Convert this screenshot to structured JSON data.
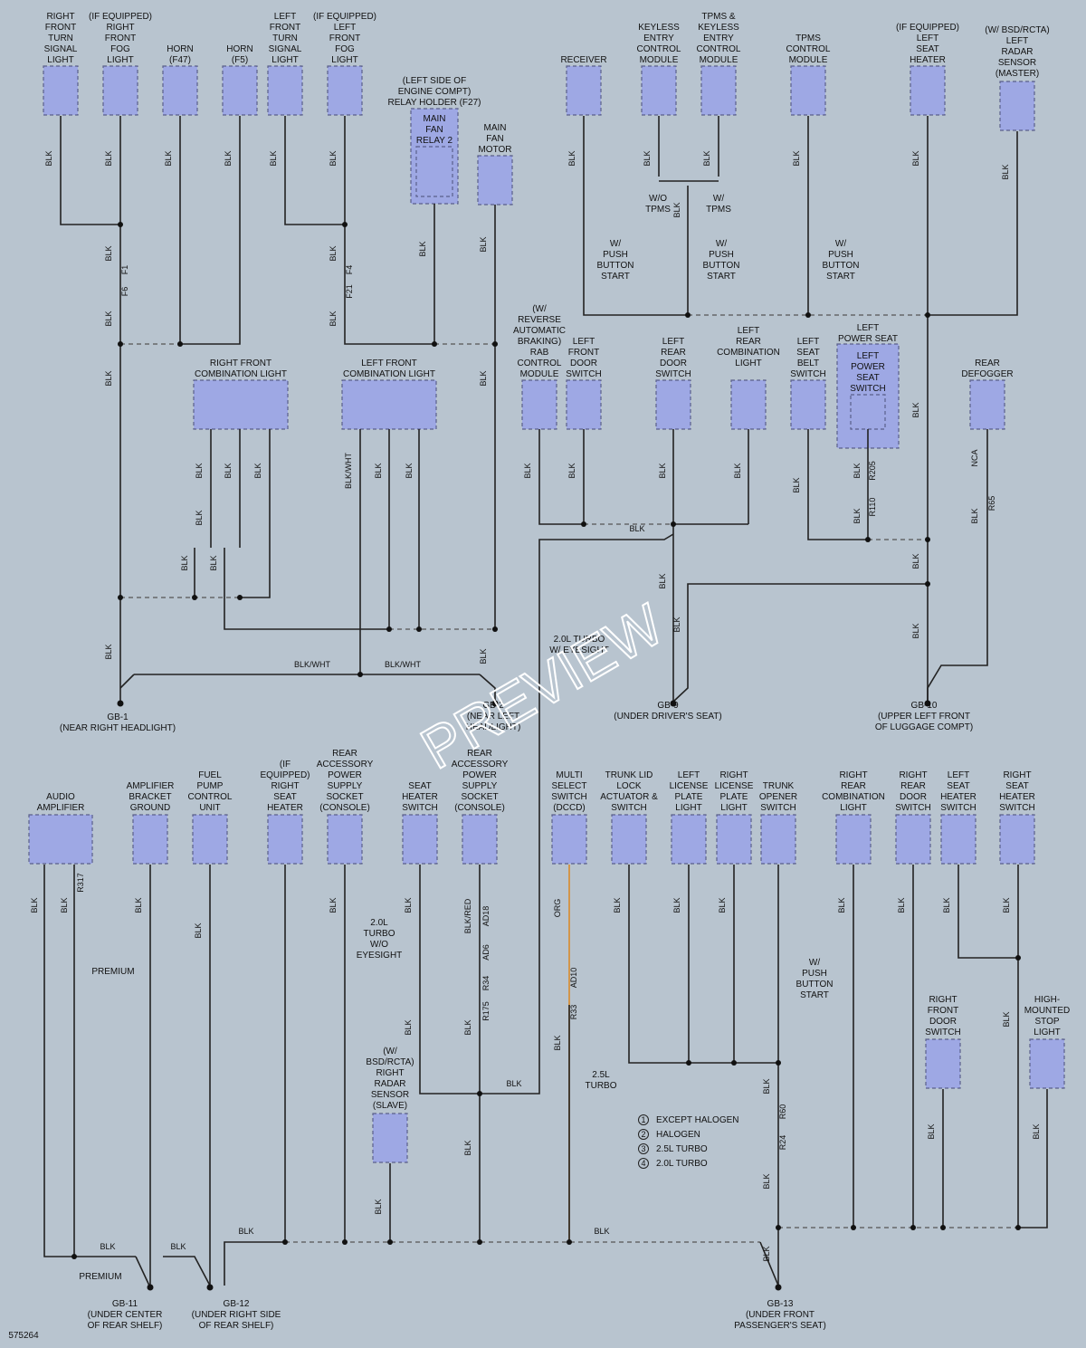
{
  "watermark": "PREVIEW",
  "figure_id": "575264",
  "colors": {
    "background": "#b8c4cf",
    "component": "#9ea8e4",
    "wire": "#222222",
    "org_wire": "#d98a2a",
    "red_wire": "#b05050"
  },
  "legend": [
    {
      "num": "1",
      "text": "EXCEPT HALOGEN"
    },
    {
      "num": "2",
      "text": "HALOGEN"
    },
    {
      "num": "3",
      "text": "2.5L TURBO"
    },
    {
      "num": "4",
      "text": "2.0L TURBO"
    }
  ],
  "components": {
    "rf_turn": [
      "RIGHT",
      "FRONT",
      "TURN",
      "SIGNAL",
      "LIGHT"
    ],
    "rf_fog": [
      "(IF EQUIPPED)",
      "RIGHT",
      "FRONT",
      "FOG",
      "LIGHT"
    ],
    "horn_f47": [
      "HORN",
      "(F47)"
    ],
    "horn_f5": [
      "HORN",
      "(F5)"
    ],
    "lf_turn": [
      "LEFT",
      "FRONT",
      "TURN",
      "SIGNAL",
      "LIGHT"
    ],
    "lf_fog": [
      "(IF EQUIPPED)",
      "LEFT",
      "FRONT",
      "FOG",
      "LIGHT"
    ],
    "relay_holder": [
      "(LEFT SIDE OF",
      "ENGINE COMPT)",
      "RELAY HOLDER (F27)"
    ],
    "main_fan_relay": [
      "MAIN",
      "FAN",
      "RELAY 2"
    ],
    "main_fan_motor": [
      "MAIN",
      "FAN",
      "MOTOR"
    ],
    "receiver": [
      "RECEIVER"
    ],
    "keyless": [
      "KEYLESS",
      "ENTRY",
      "CONTROL",
      "MODULE"
    ],
    "tpms_keyless": [
      "TPMS &",
      "KEYLESS",
      "ENTRY",
      "CONTROL",
      "MODULE"
    ],
    "tpms": [
      "TPMS",
      "CONTROL",
      "MODULE"
    ],
    "lf_seat_heater": [
      "(IF EQUIPPED)",
      "LEFT",
      "SEAT",
      "HEATER"
    ],
    "radar_master": [
      "(W/ BSD/RCTA)",
      "LEFT",
      "RADAR",
      "SENSOR",
      "(MASTER)"
    ],
    "rf_combo": [
      "RIGHT FRONT",
      "COMBINATION LIGHT"
    ],
    "lf_combo": [
      "LEFT FRONT",
      "COMBINATION LIGHT"
    ],
    "rab": [
      "(W/",
      "REVERSE",
      "AUTOMATIC",
      "BRAKING)",
      "RAB",
      "CONTROL",
      "MODULE"
    ],
    "lf_door_sw": [
      "LEFT",
      "FRONT",
      "DOOR",
      "SWITCH"
    ],
    "lr_door_sw": [
      "LEFT",
      "REAR",
      "DOOR",
      "SWITCH"
    ],
    "lr_combo": [
      "LEFT",
      "REAR",
      "COMBINATION",
      "LIGHT"
    ],
    "lf_belt_sw": [
      "LEFT",
      "SEAT",
      "BELT",
      "SWITCH"
    ],
    "l_power_seat": [
      "LEFT",
      "POWER SEAT"
    ],
    "l_power_seat_sw": [
      "LEFT",
      "POWER",
      "SEAT",
      "SWITCH"
    ],
    "rear_defogger": [
      "REAR",
      "DEFOGGER"
    ],
    "audio_amp": [
      "AUDIO",
      "AMPLIFIER"
    ],
    "amp_bracket": [
      "AMPLIFIER",
      "BRACKET",
      "GROUND"
    ],
    "fuel_pump": [
      "FUEL",
      "PUMP",
      "CONTROL",
      "UNIT"
    ],
    "r_seat_heater": [
      "(IF",
      "EQUIPPED)",
      "RIGHT",
      "SEAT",
      "HEATER"
    ],
    "rear_socket1": [
      "REAR",
      "ACCESSORY",
      "POWER",
      "SUPPLY",
      "SOCKET",
      "(CONSOLE)"
    ],
    "seat_heater_sw": [
      "SEAT",
      "HEATER",
      "SWITCH"
    ],
    "rear_socket2": [
      "REAR",
      "ACCESSORY",
      "POWER",
      "SUPPLY",
      "SOCKET",
      "(CONSOLE)"
    ],
    "multi_select": [
      "MULTI",
      "SELECT",
      "SWITCH",
      "(DCCD)"
    ],
    "trunk_lid": [
      "TRUNK LID",
      "LOCK",
      "ACTUATOR &",
      "SWITCH"
    ],
    "l_license": [
      "LEFT",
      "LICENSE",
      "PLATE",
      "LIGHT"
    ],
    "r_license": [
      "RIGHT",
      "LICENSE",
      "PLATE",
      "LIGHT"
    ],
    "trunk_opener": [
      "TRUNK",
      "OPENER",
      "SWITCH"
    ],
    "rr_combo": [
      "RIGHT",
      "REAR",
      "COMBINATION",
      "LIGHT"
    ],
    "rr_door_sw": [
      "RIGHT",
      "REAR",
      "DOOR",
      "SWITCH"
    ],
    "lsh_sw": [
      "LEFT",
      "SEAT",
      "HEATER",
      "SWITCH"
    ],
    "rsh_sw": [
      "RIGHT",
      "SEAT",
      "HEATER",
      "SWITCH"
    ],
    "radar_slave": [
      "(W/",
      "BSD/RCTA)",
      "RIGHT",
      "RADAR",
      "SENSOR",
      "(SLAVE)"
    ],
    "rf_door_sw": [
      "RIGHT",
      "FRONT",
      "DOOR",
      "SWITCH"
    ],
    "hmsl": [
      "HIGH-",
      "MOUNTED",
      "STOP",
      "LIGHT"
    ]
  },
  "grounds": {
    "gb1": [
      "GB-1",
      "(NEAR RIGHT HEADLIGHT)"
    ],
    "gb2": [
      "GB-2",
      "(NEAR LEFT",
      "HEADLIGHT)"
    ],
    "gb9": [
      "GB-9",
      "(UNDER DRIVER'S SEAT)"
    ],
    "gb10": [
      "GB-10",
      "(UPPER LEFT FRONT",
      "OF LUGGAGE COMPT)"
    ],
    "gb11": [
      "GB-11",
      "(UNDER CENTER",
      "OF REAR SHELF)"
    ],
    "gb12": [
      "GB-12",
      "(UNDER RIGHT SIDE",
      "OF REAR SHELF)"
    ],
    "gb13": [
      "GB-13",
      "(UNDER FRONT",
      "PASSENGER'S SEAT)"
    ]
  },
  "notes": {
    "wo_tpms": [
      "W/O",
      "TPMS"
    ],
    "w_tpms": [
      "W/",
      "TPMS"
    ],
    "push_start": [
      "W/",
      "PUSH",
      "BUTTON",
      "START"
    ],
    "turbo20_wo": [
      "2.0L",
      "TURBO",
      "W/O",
      "EYESIGHT"
    ],
    "turbo25": [
      "2.5L",
      "TURBO"
    ],
    "turbo20_w": [
      "2.0L TURBO",
      "W/ EYESIGHT"
    ],
    "premium": "PREMIUM"
  },
  "wire_colors": {
    "blk": "BLK",
    "blkwht": "BLK/WHT",
    "blkred": "BLK/RED",
    "org": "ORG",
    "nca": "NCA"
  },
  "connectors": {
    "f1": "F1",
    "f6": "F6",
    "f4": "F4",
    "f21": "F21",
    "r205": "R205",
    "r110": "R110",
    "r65": "R65",
    "r317": "R317",
    "ad18": "AD18",
    "ad6": "AD6",
    "r34": "R34",
    "r175": "R175",
    "ad10": "AD10",
    "r33": "R33",
    "r60": "R60",
    "r24": "R24"
  }
}
